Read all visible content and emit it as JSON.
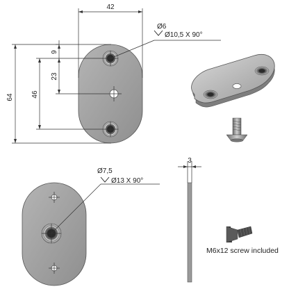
{
  "dimensions": {
    "width_label": "42",
    "height_label": "64",
    "top_offset_label": "9",
    "center_offset_label": "23",
    "hole_spacing_label": "46",
    "thickness_label": "3"
  },
  "callouts": {
    "top_hole_diameter": "Ø6",
    "top_countersink": "Ø10,5 X 90°",
    "bottom_hole_diameter": "Ø7,5",
    "bottom_countersink": "Ø13 X 90°"
  },
  "note": "M6x12 screw included",
  "colors": {
    "plate_fill": "#a3a3a3",
    "plate_edge": "#8a8a8a",
    "hole_fill": "#2e2e2e",
    "background": "#ffffff"
  }
}
